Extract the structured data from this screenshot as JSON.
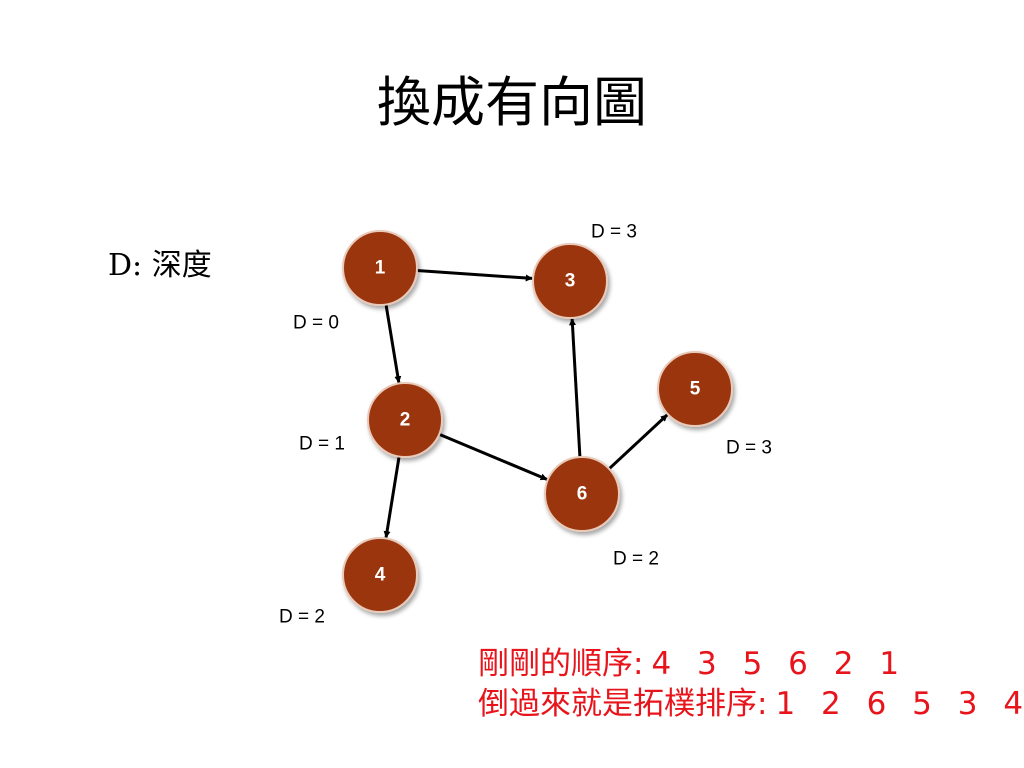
{
  "title": "換成有向圖",
  "legend": "D: 深度",
  "colors": {
    "node_fill": "#9a3410",
    "node_stroke": "#e9c9b8",
    "edge": "#000000",
    "highlight_text": "#e8141b"
  },
  "graph": {
    "nodes": [
      {
        "id": "1",
        "label": "1",
        "depth_label": "D = 0"
      },
      {
        "id": "2",
        "label": "2",
        "depth_label": "D = 1"
      },
      {
        "id": "3",
        "label": "3",
        "depth_label": "D = 3"
      },
      {
        "id": "4",
        "label": "4",
        "depth_label": "D = 2"
      },
      {
        "id": "5",
        "label": "5",
        "depth_label": "D = 3"
      },
      {
        "id": "6",
        "label": "6",
        "depth_label": "D = 2"
      }
    ],
    "edges": [
      {
        "from": "1",
        "to": "3"
      },
      {
        "from": "1",
        "to": "2"
      },
      {
        "from": "2",
        "to": "4"
      },
      {
        "from": "2",
        "to": "6"
      },
      {
        "from": "6",
        "to": "3"
      },
      {
        "from": "6",
        "to": "5"
      }
    ]
  },
  "order": {
    "previous_label": "剛剛的順序:",
    "previous_sequence": "4 3 5 6 2 1",
    "topological_label": "倒過來就是拓樸排序:",
    "topological_sequence": "1 2 6 5 3 4"
  }
}
